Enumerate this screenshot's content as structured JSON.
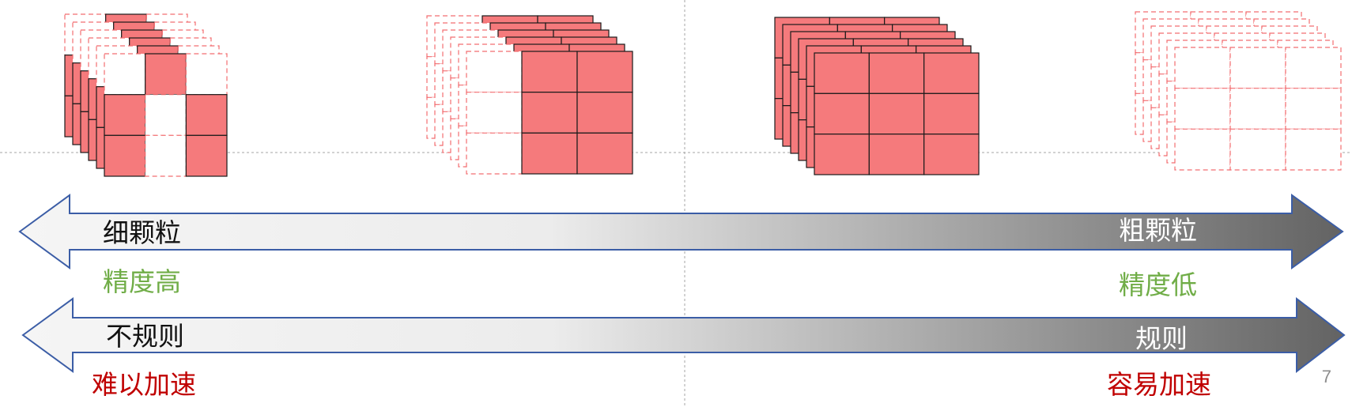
{
  "colors": {
    "fill": "#f57a7c",
    "dashed": "#f26d70",
    "arrow_outline": "#3b5da6",
    "arrow_light": "#f5f5f5",
    "arrow_dark": "#636363",
    "guide": "#a6a6a6"
  },
  "arrow_top": {
    "left_label": "细颗粒",
    "left_note": "精度高",
    "right_label": "粗颗粒",
    "right_note": "精度低"
  },
  "arrow_bottom": {
    "left_label": "不规则",
    "left_note": "难以加速",
    "right_label": "规则",
    "right_note": "容易加速"
  },
  "page_number": "7"
}
